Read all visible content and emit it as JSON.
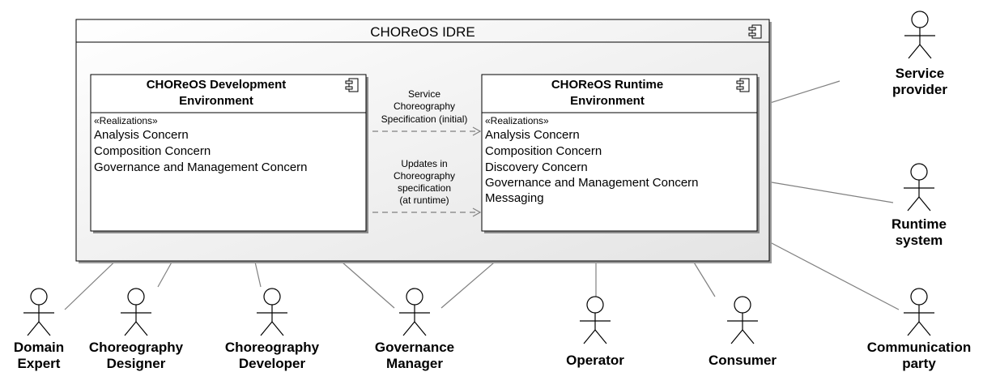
{
  "container": {
    "title": "CHOReOS IDRE"
  },
  "dev_env": {
    "title_lines": [
      "CHOReOS Development",
      "Environment"
    ],
    "stereotype": "«Realizations»",
    "items": [
      "Analysis Concern",
      "Composition Concern",
      "Governance and Management Concern"
    ]
  },
  "runtime_env": {
    "title_lines": [
      "CHOReOS Runtime",
      "Environment"
    ],
    "stereotype": "«Realizations»",
    "items": [
      "Analysis Concern",
      "Composition Concern",
      "Discovery Concern",
      "Governance and Management Concern",
      "Messaging"
    ]
  },
  "flows": [
    {
      "lines": [
        "Service",
        "Choreography",
        "Specification (initial)"
      ]
    },
    {
      "lines": [
        "Updates in",
        "Choreography",
        "specification",
        "(at runtime)"
      ]
    }
  ],
  "actors": {
    "service_provider": [
      "Service",
      "provider"
    ],
    "runtime_system": [
      "Runtime",
      "system"
    ],
    "domain_expert": [
      "Domain",
      "Expert"
    ],
    "choreography_designer": [
      "Choreography",
      "Designer"
    ],
    "choreography_developer": [
      "Choreography",
      "Developer"
    ],
    "governance_manager": [
      "Governance",
      "Manager"
    ],
    "operator": [
      "Operator"
    ],
    "consumer": [
      "Consumer"
    ],
    "communication_party": [
      "Communication",
      "party"
    ]
  },
  "colors": {
    "container_fill": "#eeeeee",
    "box_fill": "#ffffff",
    "line": "#808080",
    "stroke": "#000000"
  }
}
